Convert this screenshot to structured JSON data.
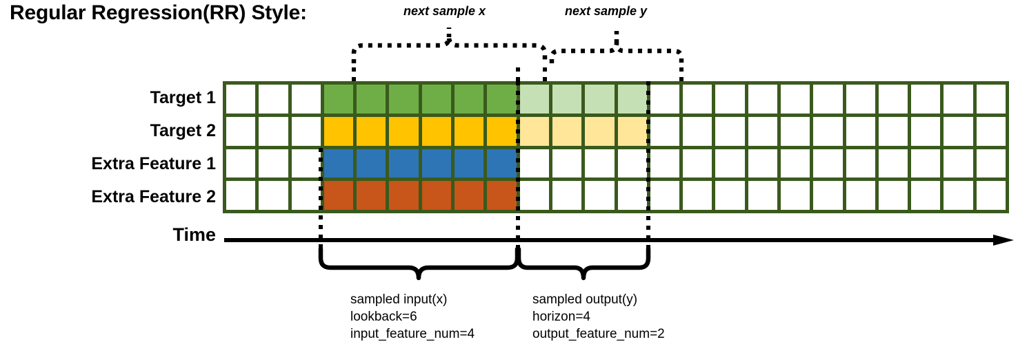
{
  "title": "Regular Regression(RR) Style:",
  "top_captions": {
    "next_x": "next sample x",
    "next_y": "next sample y"
  },
  "rows": [
    {
      "label": "Target 1",
      "key": "target-1"
    },
    {
      "label": "Target 2",
      "key": "target-2"
    },
    {
      "label": "Extra Feature 1",
      "key": "extra-feature-1"
    },
    {
      "label": "Extra Feature 2",
      "key": "extra-feature-2"
    }
  ],
  "time_axis": {
    "label": "Time",
    "arrow": "right-arrow-icon"
  },
  "grid": {
    "columns": 24,
    "rows": 4,
    "input_start_col": 3,
    "input_end_col": 8,
    "output_start_col": 9,
    "output_end_col": 12,
    "cell_colors": {
      "target_1_input": "#6FAE46",
      "target_1_output": "#C5E0B4",
      "target_2_input": "#FFC300",
      "target_2_output": "#FFE699",
      "extra_feature_1_input": "#2E75B6",
      "extra_feature_2_input": "#C8551A",
      "empty": "#FFFFFF",
      "border": "#3A5A1D"
    },
    "row_fills": [
      [
        "#FFFFFF",
        "#FFFFFF",
        "#FFFFFF",
        "#6FAE46",
        "#6FAE46",
        "#6FAE46",
        "#6FAE46",
        "#6FAE46",
        "#6FAE46",
        "#C5E0B4",
        "#C5E0B4",
        "#C5E0B4",
        "#C5E0B4",
        "#FFFFFF",
        "#FFFFFF",
        "#FFFFFF",
        "#FFFFFF",
        "#FFFFFF",
        "#FFFFFF",
        "#FFFFFF",
        "#FFFFFF",
        "#FFFFFF",
        "#FFFFFF",
        "#FFFFFF"
      ],
      [
        "#FFFFFF",
        "#FFFFFF",
        "#FFFFFF",
        "#FFC300",
        "#FFC300",
        "#FFC300",
        "#FFC300",
        "#FFC300",
        "#FFC300",
        "#FFE699",
        "#FFE699",
        "#FFE699",
        "#FFE699",
        "#FFFFFF",
        "#FFFFFF",
        "#FFFFFF",
        "#FFFFFF",
        "#FFFFFF",
        "#FFFFFF",
        "#FFFFFF",
        "#FFFFFF",
        "#FFFFFF",
        "#FFFFFF",
        "#FFFFFF"
      ],
      [
        "#FFFFFF",
        "#FFFFFF",
        "#FFFFFF",
        "#2E75B6",
        "#2E75B6",
        "#2E75B6",
        "#2E75B6",
        "#2E75B6",
        "#2E75B6",
        "#FFFFFF",
        "#FFFFFF",
        "#FFFFFF",
        "#FFFFFF",
        "#FFFFFF",
        "#FFFFFF",
        "#FFFFFF",
        "#FFFFFF",
        "#FFFFFF",
        "#FFFFFF",
        "#FFFFFF",
        "#FFFFFF",
        "#FFFFFF",
        "#FFFFFF",
        "#FFFFFF"
      ],
      [
        "#FFFFFF",
        "#FFFFFF",
        "#FFFFFF",
        "#C8551A",
        "#C8551A",
        "#C8551A",
        "#C8551A",
        "#C8551A",
        "#C8551A",
        "#FFFFFF",
        "#FFFFFF",
        "#FFFFFF",
        "#FFFFFF",
        "#FFFFFF",
        "#FFFFFF",
        "#FFFFFF",
        "#FFFFFF",
        "#FFFFFF",
        "#FFFFFF",
        "#FFFFFF",
        "#FFFFFF",
        "#FFFFFF",
        "#FFFFFF",
        "#FFFFFF"
      ]
    ]
  },
  "descriptions": {
    "input": {
      "line1": "sampled input(x)",
      "line2": "lookback=6",
      "line3": "input_feature_num=4"
    },
    "output": {
      "line1": "sampled output(y)",
      "line2": "horizon=4",
      "line3": "output_feature_num=2"
    }
  }
}
